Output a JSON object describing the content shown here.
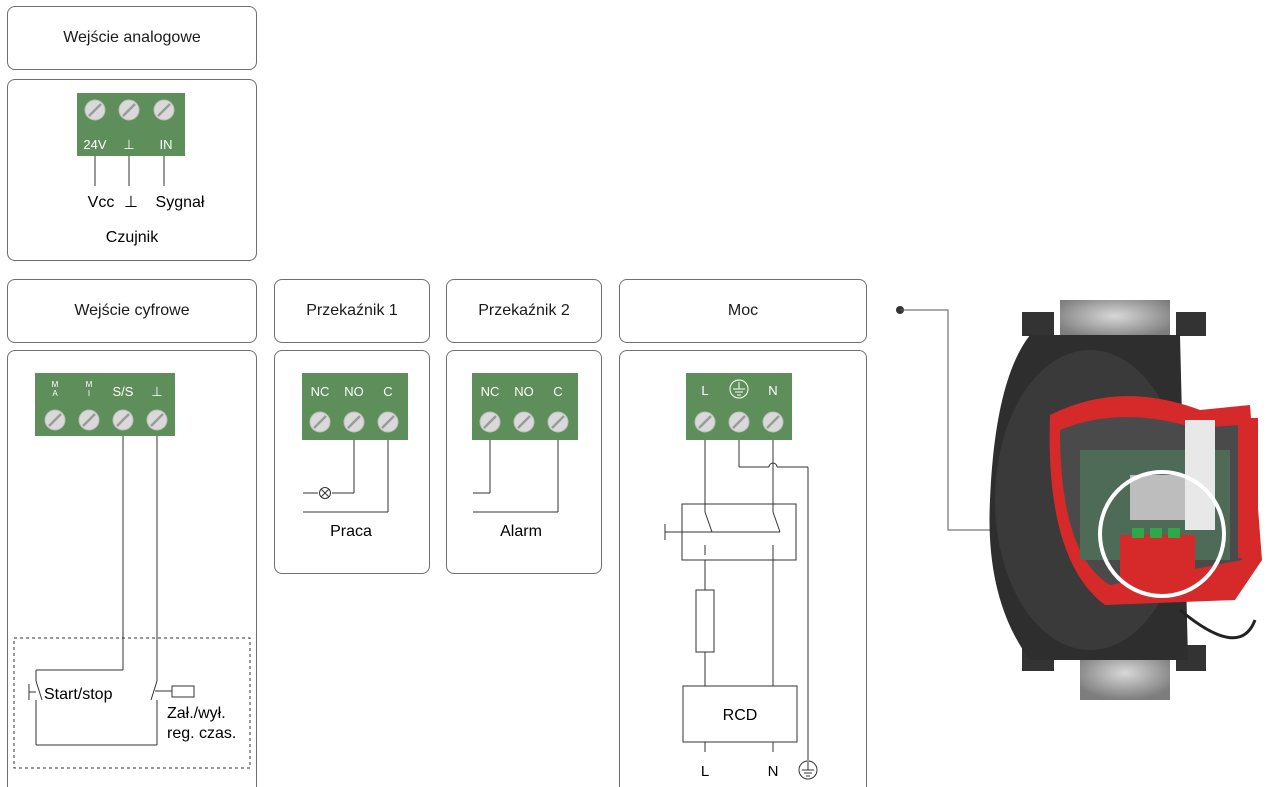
{
  "analog": {
    "title": "Wejście analogowe",
    "terminals": [
      "24V",
      "⊥",
      "IN"
    ],
    "wires": [
      "Vcc",
      "⊥",
      "Sygnał"
    ],
    "device": "Czujnik"
  },
  "digital": {
    "title": "Wejście cyfrowe",
    "terminals": [
      "M/A",
      "M/I",
      "S/S",
      "⊥"
    ],
    "terminal_top": [
      "M",
      "M"
    ],
    "terminal_bottom": [
      "A",
      "I"
    ],
    "start_stop": "Start/stop",
    "timer_line1": "Zał./wył.",
    "timer_line2": "reg. czas."
  },
  "relay1": {
    "title": "Przekaźnik 1",
    "terminals": [
      "NC",
      "NO",
      "C"
    ],
    "caption": "Praca"
  },
  "relay2": {
    "title": "Przekaźnik 2",
    "terminals": [
      "NC",
      "NO",
      "C"
    ],
    "caption": "Alarm"
  },
  "power": {
    "title": "Moc",
    "terminals": [
      "L",
      "⏚",
      "N"
    ],
    "rcd": "RCD",
    "bottom": [
      "L",
      "N"
    ]
  },
  "colors": {
    "terminal_green": "#5e8f5a",
    "screw": "#d9d9d9",
    "pump_red": "#d62a2a",
    "pump_dark": "#2b2b2b"
  }
}
